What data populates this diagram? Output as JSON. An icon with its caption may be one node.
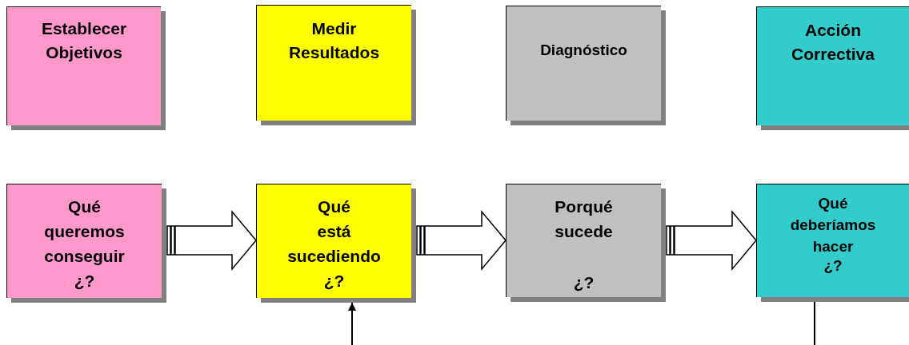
{
  "diagram": {
    "nodes": [
      {
        "text": [
          "Establecer Objetivos"
        ]
      },
      {
        "text": [
          "Medir Resultados"
        ]
      },
      {
        "text": [
          "Diagnóstico"
        ]
      },
      {
        "text": [
          "Acción Correctiva"
        ]
      },
      {
        "text": [
          "Qué queremos conseguir",
          "¿?"
        ]
      },
      {
        "text": [
          "Qué está sucediendo",
          "¿?"
        ]
      },
      {
        "text": [
          "Porqué sucede",
          "¿?"
        ]
      },
      {
        "text": [
          "Qué deberíamos hacer",
          "¿?"
        ]
      }
    ],
    "edges": [
      {
        "from": 4,
        "to": 5,
        "arrow": "to",
        "style": "thick"
      },
      {
        "from": 5,
        "to": 6,
        "arrow": "to",
        "style": "thick"
      },
      {
        "from": 6,
        "to": 7,
        "arrow": "to",
        "style": "thick"
      },
      {
        "from": null,
        "to": 5,
        "arrow": "to"
      },
      {
        "from": 7,
        "to": null,
        "arrow": "none"
      }
    ]
  }
}
